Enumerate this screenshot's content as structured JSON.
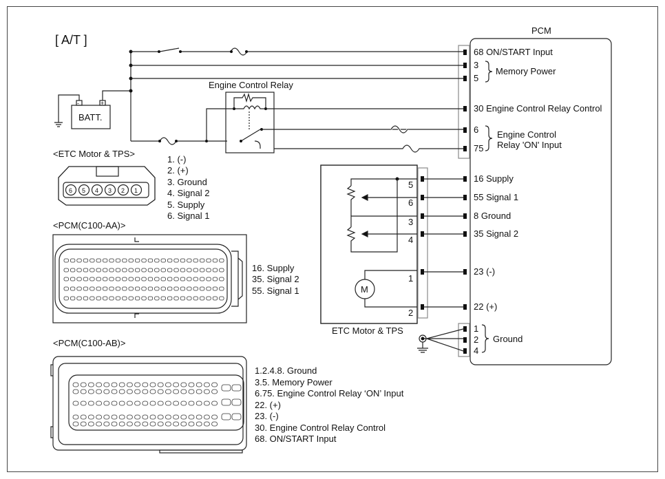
{
  "title": "[ A/T ]",
  "pcm": {
    "label": "PCM",
    "pins": [
      "68 ON/START Input",
      "3",
      "5",
      "30 Engine Control Relay Control",
      "6",
      "75",
      "16 Supply",
      "55 Signal 1",
      "8 Ground",
      "35 Signal 2",
      "23 (-)",
      "22 (+)",
      "1",
      "2",
      "4"
    ],
    "groups": {
      "memory_power": "Memory Power",
      "ecr_on_line1": "Engine Control",
      "ecr_on_line2": "Relay 'ON' Input",
      "ground": "Ground"
    }
  },
  "battery": {
    "label": "BATT.",
    "minus": "-",
    "plus": "+"
  },
  "relay": {
    "label": "Engine Control Relay"
  },
  "etc_box": {
    "label": "ETC Motor & TPS",
    "pins": [
      "5",
      "6",
      "3",
      "4",
      "1",
      "2"
    ],
    "motor": "M"
  },
  "etc_connector": {
    "title": "<ETC Motor & TPS>",
    "pin_numbers": [
      "6",
      "5",
      "4",
      "3",
      "2",
      "1"
    ],
    "legend": [
      "1. (-)",
      "2. (+)",
      "3. Ground",
      "4. Signal 2",
      "5. Supply",
      "6. Signal 1"
    ]
  },
  "c100aa": {
    "title": "<PCM(C100-AA)>",
    "legend": [
      "16. Supply",
      "35. Signal 2",
      "55. Signal 1"
    ]
  },
  "c100ab": {
    "title": "<PCM(C100-AB)>",
    "legend": [
      "1.2.4.8. Ground",
      "3.5. Memory Power",
      "6.75. Engine Control Relay ‘ON’ Input",
      "22. (+)",
      "23. (-)",
      "30. Engine Control Relay Control",
      "68. ON/START Input"
    ]
  }
}
